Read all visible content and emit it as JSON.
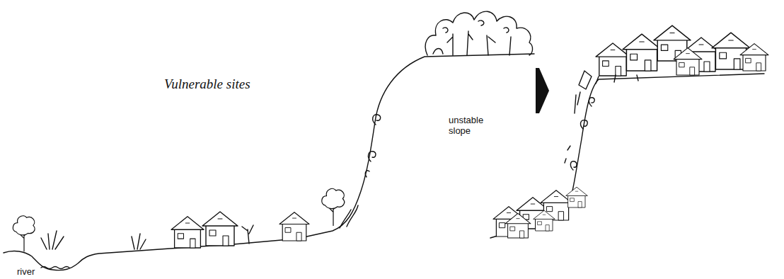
{
  "diagram": {
    "labels": [
      "Vulnerable sites",
      "unstable slope",
      "river"
    ]
  }
}
